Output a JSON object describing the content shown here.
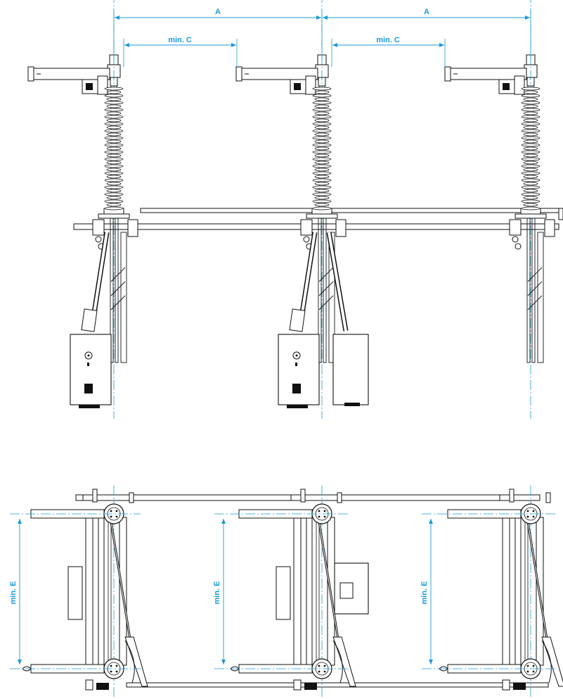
{
  "colors": {
    "line": "#111111",
    "dimension": "#1a9ad6",
    "background": "#ffffff"
  },
  "dimensions": {
    "a_label": "A",
    "c_label": "min. C",
    "e_label": "min. E"
  }
}
